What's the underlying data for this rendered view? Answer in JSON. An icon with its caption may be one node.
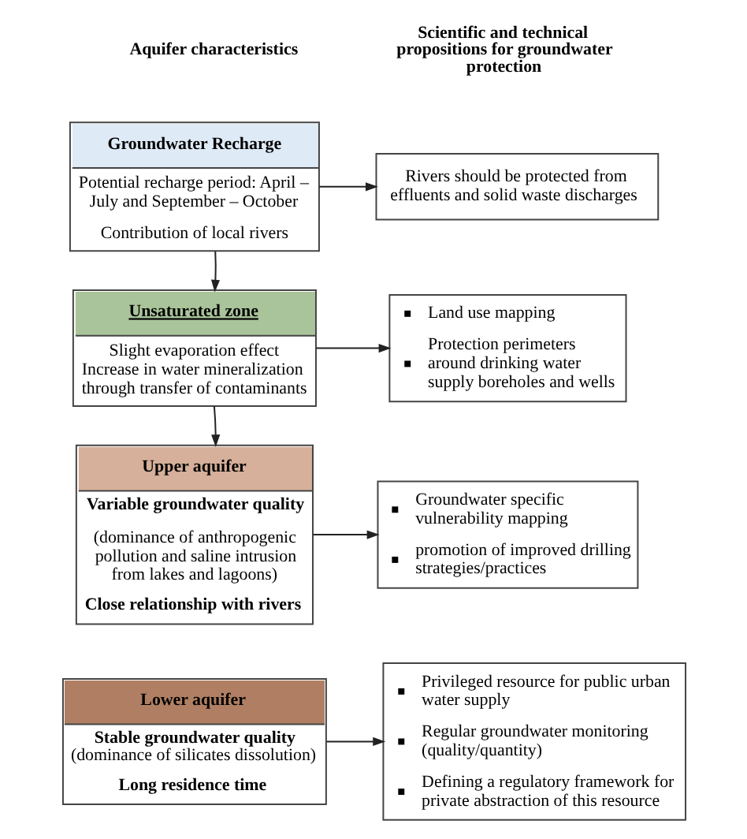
{
  "diagram": {
    "nodes": [
      {
        "text": [
          "Groundwater Recharge",
          "Potential recharge period: April – July and September – October",
          "Contribution of local rivers"
        ]
      },
      {
        "text": [
          "Rivers should be protected from effluents and solid waste discharges"
        ]
      },
      {
        "text": [
          "Unsaturated zone",
          "Slight evaporation effect Increase in water mineralization through transfer of contaminants"
        ]
      },
      {
        "text": [
          "Land use mapping",
          "Protection perimeters around drinking water supply boreholes and wells"
        ]
      },
      {
        "text": [
          "Upper aquifer",
          "Variable groundwater quality",
          "(dominance of anthropogenic pollution and saline intrusion from lakes and lagoons)",
          "Close relationship with rivers"
        ]
      },
      {
        "text": [
          "Groundwater specific vulnerability mapping",
          "promotion of improved drilling strategies/practices"
        ]
      },
      {
        "text": [
          "Lower aquifer",
          "**Stable groundwater quality** (dominance of silicates dissolution)",
          "Long residence time"
        ]
      },
      {
        "text": [
          "Privileged resource for public urban water supply",
          "Regular groundwater monitoring (quality/quantity)",
          "Defining a regulatory framework for private abstraction of this resource"
        ]
      }
    ],
    "edges": [
      {
        "from": 0,
        "to": 2,
        "arrow": "to"
      },
      {
        "from": 2,
        "to": 4,
        "arrow": "to"
      },
      {
        "from": 0,
        "to": 1,
        "arrow": "to"
      },
      {
        "from": 2,
        "to": 3,
        "arrow": "to"
      },
      {
        "from": 4,
        "to": 5,
        "arrow": "to"
      },
      {
        "from": 6,
        "to": 7,
        "arrow": "to"
      }
    ],
    "labels": [
      "Aquifer characteristics",
      "Scientific and technical propositions for groundwater protection"
    ]
  }
}
